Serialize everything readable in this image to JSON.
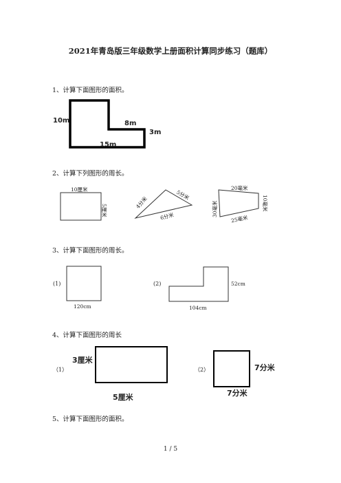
{
  "title": "2021年青岛版三年级数学上册面积计算同步练习（题库）",
  "questions": [
    {
      "text": "1、计算下面图形的面积。"
    },
    {
      "text": "2、计算下列图形的周长。"
    },
    {
      "text": "3、计算下面图形的周长。"
    },
    {
      "text": "4、计算下面图形的周长"
    },
    {
      "text": "5、计算下面图形的面积。"
    }
  ],
  "q1": {
    "h_left": "10m",
    "step": "8m",
    "h_right": "3m",
    "bottom": "15m"
  },
  "q2": {
    "rect": {
      "top": "10厘米",
      "right": "5厘米"
    },
    "triangle": {
      "left": "4分米",
      "right": "5分米",
      "bottom": "6分米"
    },
    "trapezoid": {
      "top": "20毫米",
      "left": "30毫米",
      "right": "10毫米",
      "bottom": "25毫米"
    }
  },
  "q3": {
    "label1": "(1)",
    "square_side": "120cm",
    "label2": "(2)",
    "height": "52cm",
    "bottom": "104cm"
  },
  "q4": {
    "label1": "（1）",
    "rect_h": "3厘米",
    "rect_w": "5厘米",
    "label2": "（2）",
    "sq_h": "7分米",
    "sq_w": "7分米"
  },
  "page_number": "1 / 5"
}
